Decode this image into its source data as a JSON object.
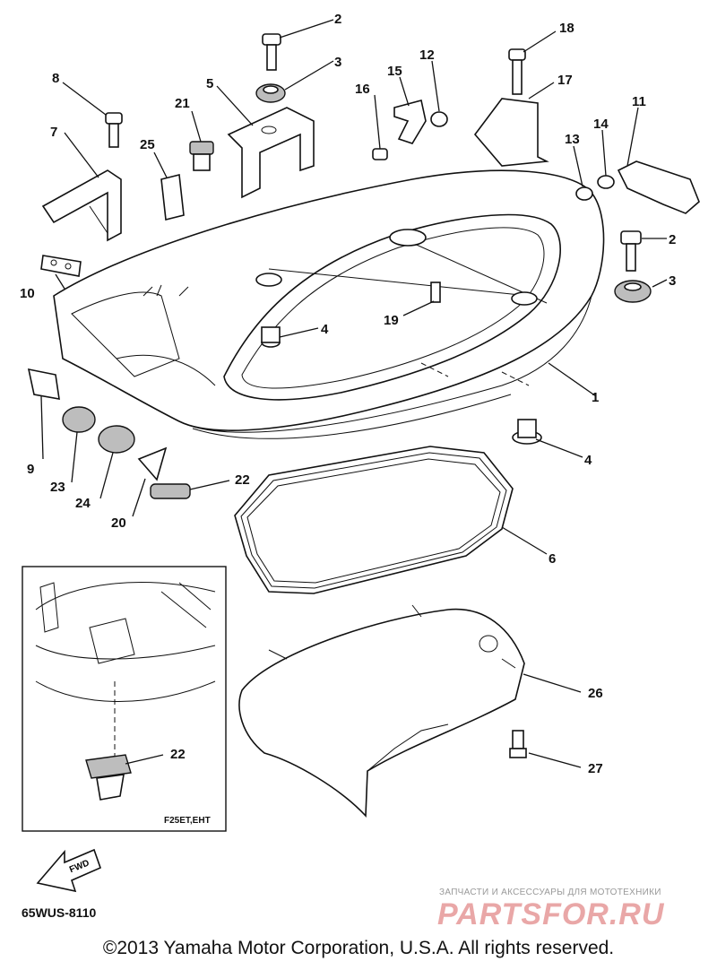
{
  "callouts": [
    {
      "id": "c1",
      "label": "1"
    },
    {
      "id": "c2a",
      "label": "2"
    },
    {
      "id": "c2b",
      "label": "2"
    },
    {
      "id": "c3a",
      "label": "3"
    },
    {
      "id": "c3b",
      "label": "3"
    },
    {
      "id": "c4a",
      "label": "4"
    },
    {
      "id": "c4b",
      "label": "4"
    },
    {
      "id": "c5",
      "label": "5"
    },
    {
      "id": "c6",
      "label": "6"
    },
    {
      "id": "c7",
      "label": "7"
    },
    {
      "id": "c8",
      "label": "8"
    },
    {
      "id": "c9",
      "label": "9"
    },
    {
      "id": "c10",
      "label": "10"
    },
    {
      "id": "c11",
      "label": "11"
    },
    {
      "id": "c12",
      "label": "12"
    },
    {
      "id": "c13",
      "label": "13"
    },
    {
      "id": "c14",
      "label": "14"
    },
    {
      "id": "c15",
      "label": "15"
    },
    {
      "id": "c16",
      "label": "16"
    },
    {
      "id": "c17",
      "label": "17"
    },
    {
      "id": "c18",
      "label": "18"
    },
    {
      "id": "c19",
      "label": "19"
    },
    {
      "id": "c20",
      "label": "20"
    },
    {
      "id": "c21",
      "label": "21"
    },
    {
      "id": "c22a",
      "label": "22"
    },
    {
      "id": "c22b",
      "label": "22"
    },
    {
      "id": "c23",
      "label": "23"
    },
    {
      "id": "c24",
      "label": "24"
    },
    {
      "id": "c25",
      "label": "25"
    },
    {
      "id": "c26",
      "label": "26"
    },
    {
      "id": "c27",
      "label": "27"
    }
  ],
  "inset": {
    "label": "F25ET,EHT"
  },
  "fwd_label": "FWD",
  "diagram_code": "65WUS-8110",
  "watermark": {
    "tagline": "ЗАПЧАСТИ И АКСЕССУАРЫ ДЛЯ МОТОТЕХНИКИ",
    "brand": "PARTSFOR.RU"
  },
  "copyright": "©2013 Yamaha Motor Corporation, U.S.A. All rights reserved."
}
